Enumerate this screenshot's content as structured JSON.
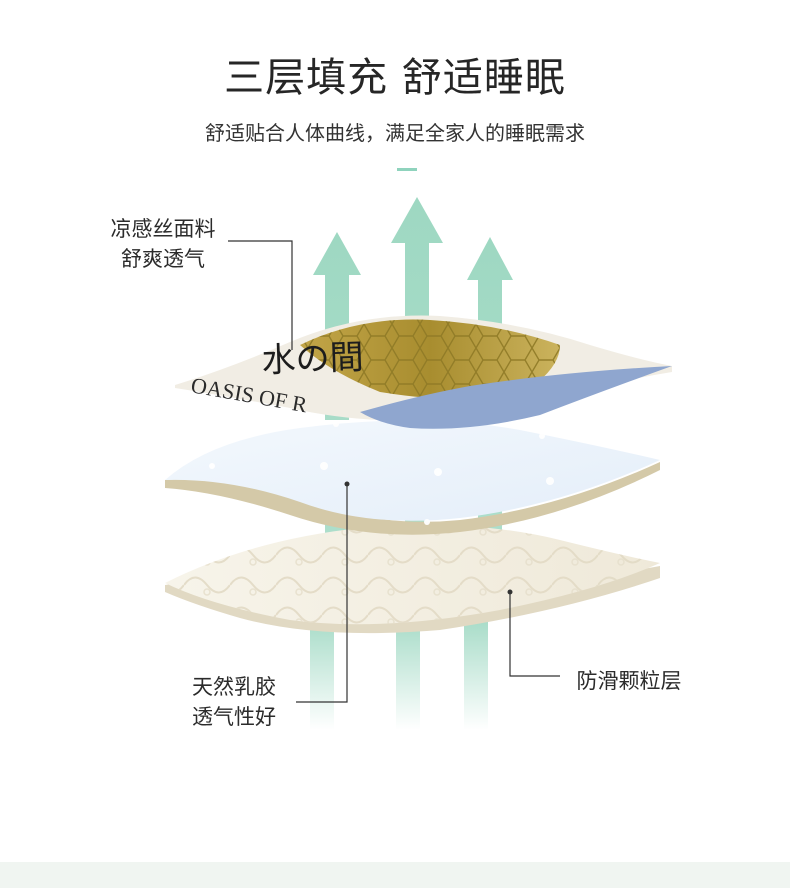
{
  "header": {
    "title": "三层填充 舒适睡眠",
    "subtitle": "舒适贴合人体曲线，满足全家人的睡眠需求"
  },
  "labels": {
    "top_line1": "凉感丝面料",
    "top_line2": "舒爽透气",
    "latex_line1": "天然乳胶",
    "latex_line2": "透气性好",
    "bottom": "防滑颗粒层"
  },
  "fabric_print": {
    "line1": "水の間",
    "line2": "OASIS OF R"
  },
  "colors": {
    "arrow": "#9ed8c2",
    "accent": "#8fd3bd",
    "fabric_gold": "#b59a3a",
    "fabric_underside": "#8fa6cf",
    "latex": "#eef5fc",
    "latex_edge": "#cfc6ad",
    "bottom_layer": "#f5f1e6",
    "leader_line": "#333333"
  }
}
